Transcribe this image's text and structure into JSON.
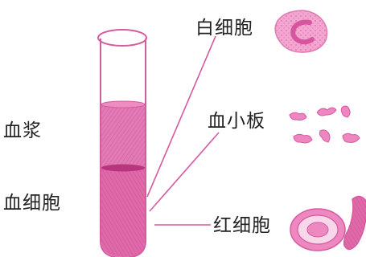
{
  "labels": {
    "plasma": "血浆",
    "blood_cells": "血细胞",
    "white_blood_cell": "白细胞",
    "platelet": "血小板",
    "red_blood_cell": "红细胞"
  },
  "colors": {
    "pink_fill": "#e779b5",
    "pink_dark": "#c64a90",
    "pink_line": "#d65aa0",
    "cell_fill": "#f08cc4",
    "cell_light": "#f6b7d8"
  }
}
